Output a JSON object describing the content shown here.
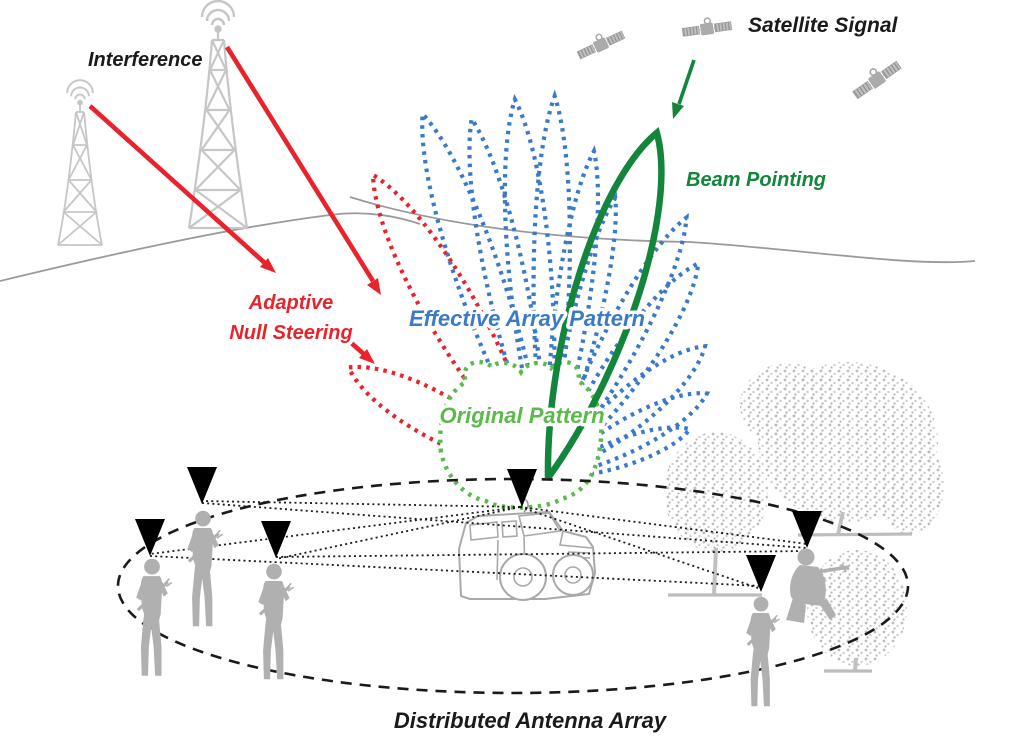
{
  "diagram": {
    "labels": {
      "interference": "Interference",
      "satellite_signal": "Satellite Signal",
      "beam_pointing": "Beam Pointing",
      "effective_array_pattern": "Effective Array Pattern",
      "adaptive_null_steering_line1": "Adaptive",
      "adaptive_null_steering_line2": "Null Steering",
      "original_pattern": "Original Pattern",
      "distributed_antenna_array": "Distributed Antenna Array"
    },
    "colors": {
      "interference_red": "#e8232b",
      "array_blue": "#3b7ac6",
      "beam_green": "#13863c",
      "original_green": "#5cb94c",
      "structure_gray": "#c6c6c6",
      "silhouette_gray": "#b0b0b0",
      "line_black": "#1a1a1a"
    }
  }
}
